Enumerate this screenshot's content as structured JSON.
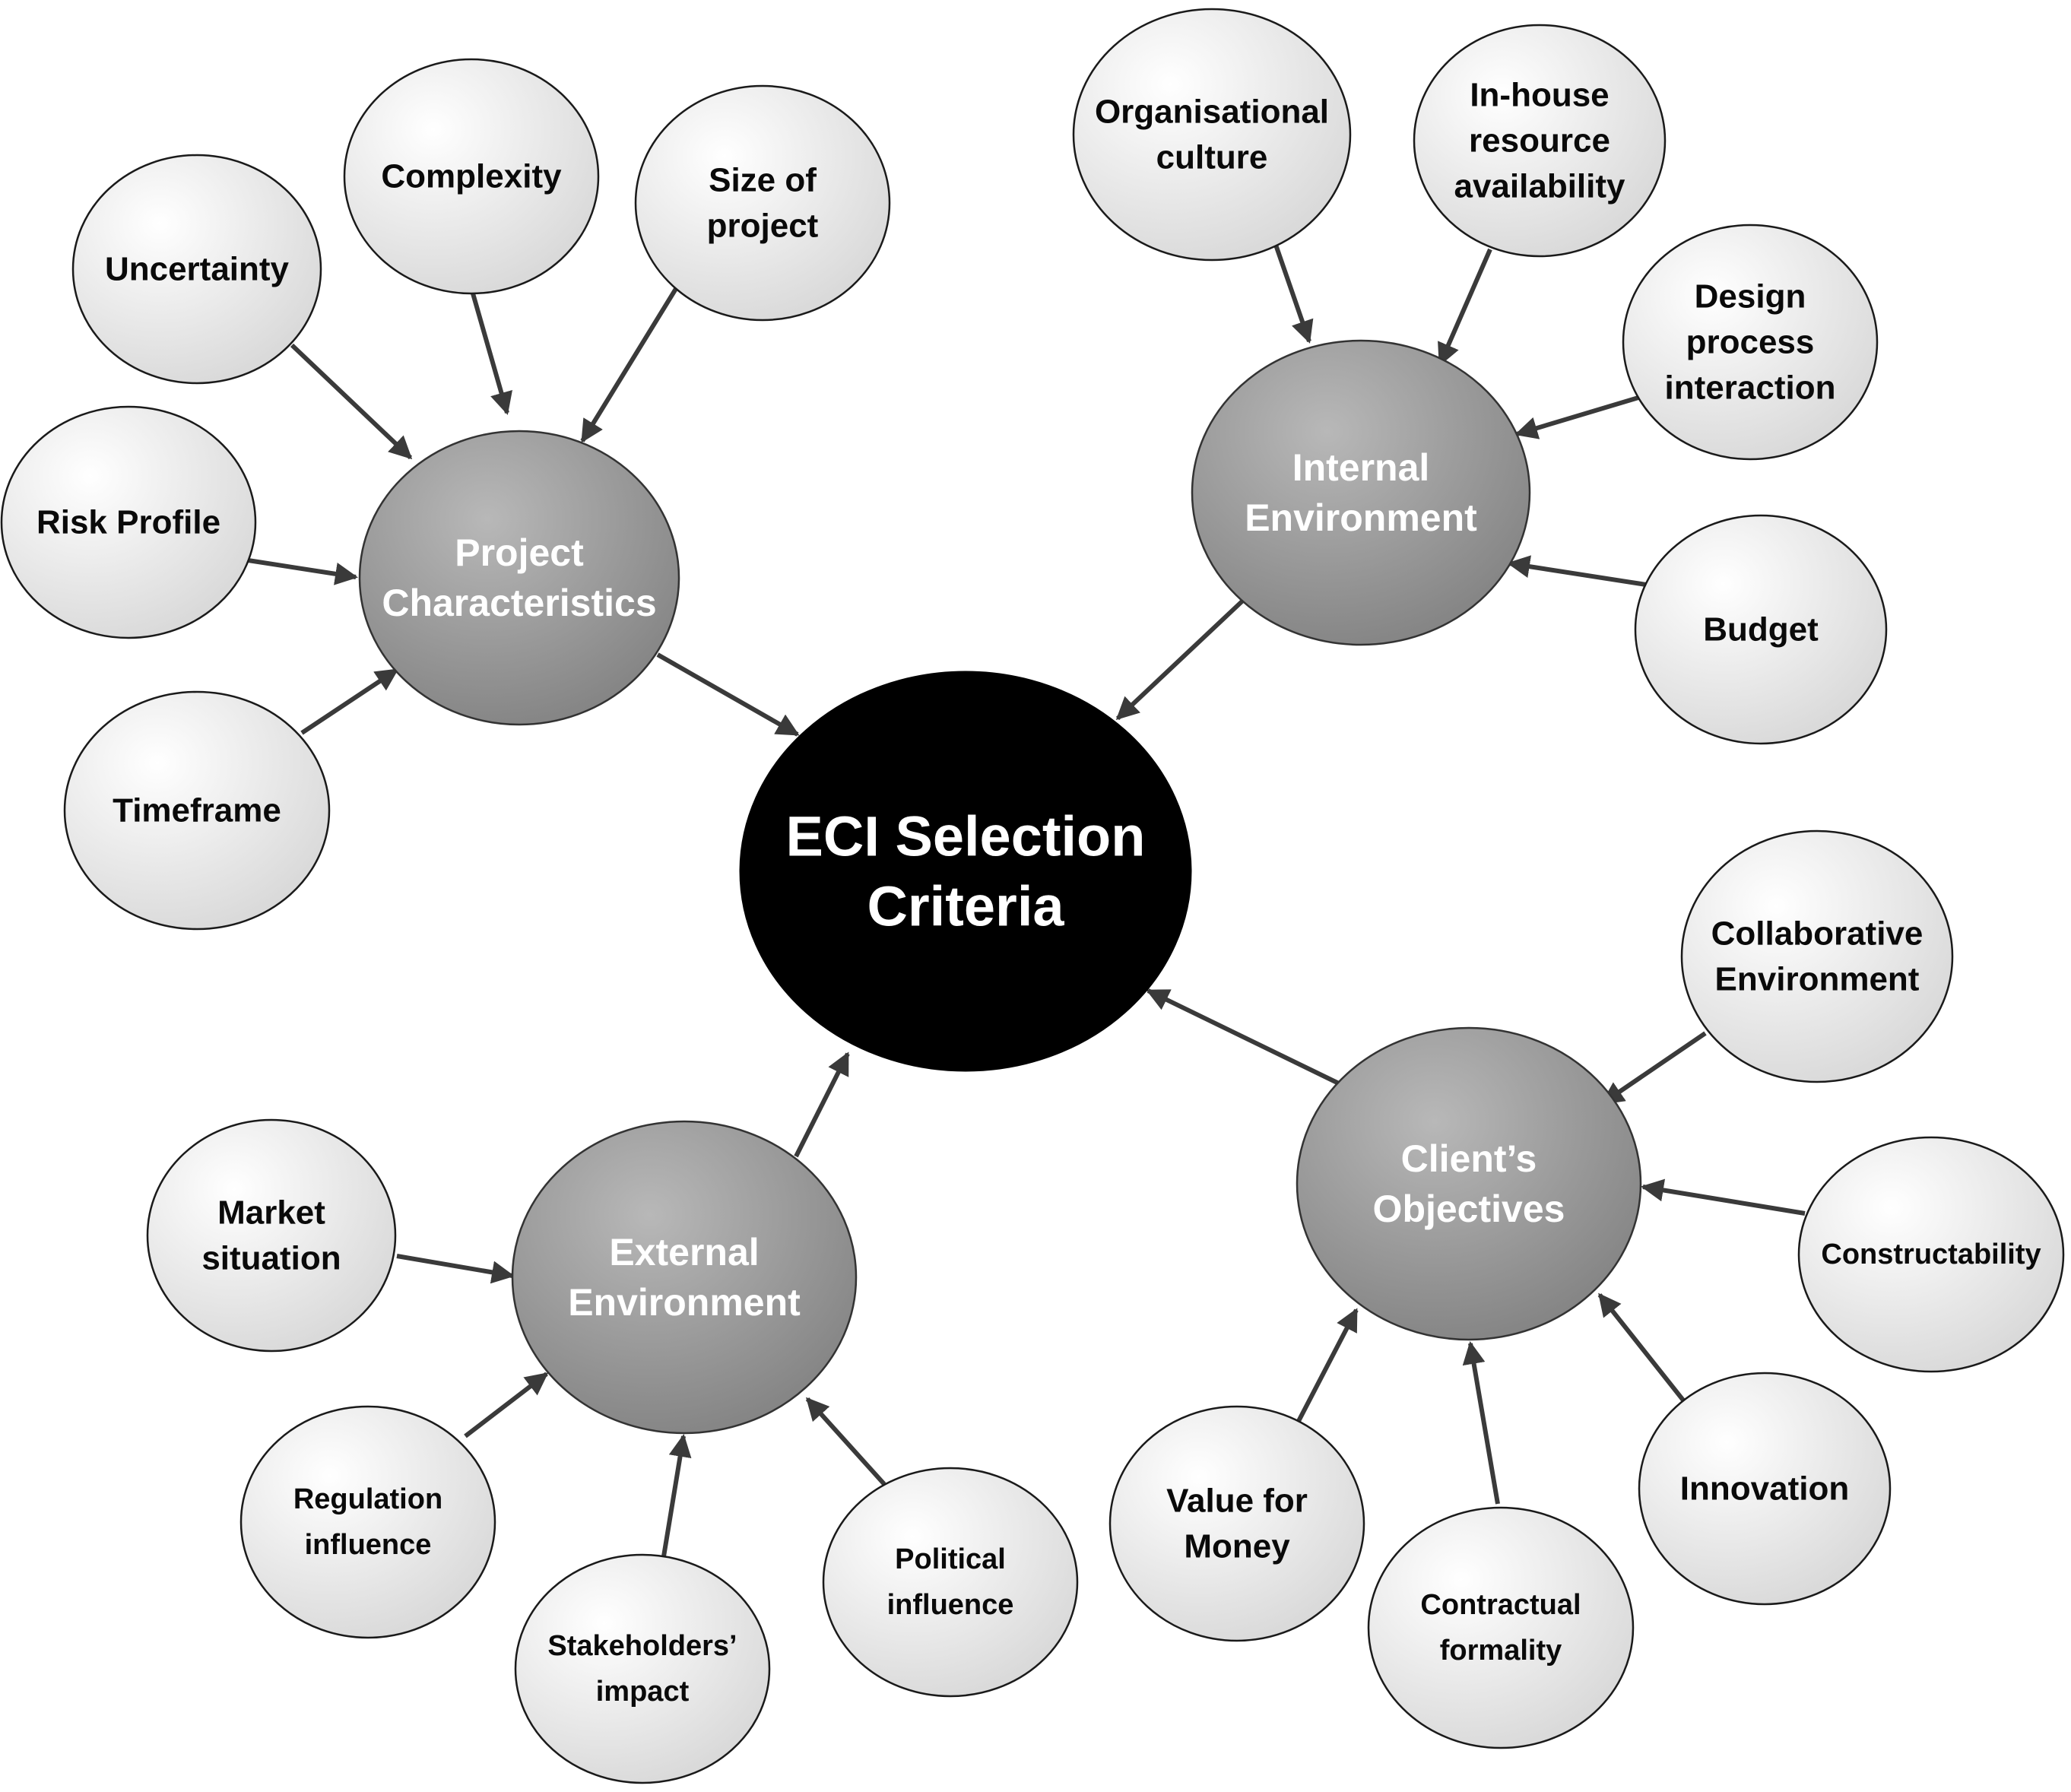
{
  "diagram": {
    "center": {
      "lines": [
        "ECI Selection",
        "Criteria"
      ]
    },
    "hubs": [
      {
        "id": "project",
        "lines": [
          "Project",
          "Characteristics"
        ],
        "factors": [
          {
            "lines": [
              "Uncertainty"
            ]
          },
          {
            "lines": [
              "Complexity"
            ]
          },
          {
            "lines": [
              "Size of",
              "project"
            ]
          },
          {
            "lines": [
              "Risk Profile"
            ]
          },
          {
            "lines": [
              "Timeframe"
            ]
          }
        ]
      },
      {
        "id": "internal",
        "lines": [
          "Internal",
          "Environment"
        ],
        "factors": [
          {
            "lines": [
              "Organisational",
              "culture"
            ]
          },
          {
            "lines": [
              "In-house",
              "resource",
              "availability"
            ]
          },
          {
            "lines": [
              "Design",
              "process",
              "interaction"
            ]
          },
          {
            "lines": [
              "Budget"
            ]
          }
        ]
      },
      {
        "id": "external",
        "lines": [
          "External",
          "Environment"
        ],
        "factors": [
          {
            "lines": [
              "Market",
              "situation"
            ]
          },
          {
            "lines": [
              "Regulation",
              "influence"
            ]
          },
          {
            "lines": [
              "Stakeholders’",
              "impact"
            ]
          },
          {
            "lines": [
              "Political",
              "influence"
            ]
          }
        ]
      },
      {
        "id": "client",
        "lines": [
          "Client’s",
          "Objectives"
        ],
        "factors": [
          {
            "lines": [
              "Collaborative",
              "Environment"
            ]
          },
          {
            "lines": [
              "Constructability"
            ]
          },
          {
            "lines": [
              "Innovation"
            ]
          },
          {
            "lines": [
              "Contractual",
              "formality"
            ]
          },
          {
            "lines": [
              "Value for",
              "Money"
            ]
          }
        ]
      }
    ],
    "colors": {
      "center_fill": "#000000",
      "hub_fill_light": "#b8b8b8",
      "hub_fill_dark": "#7f7f7f",
      "leaf_fill_light": "#ffffff",
      "leaf_fill_dark": "#d6d6d6",
      "arrow": "#3a3a3a"
    }
  }
}
